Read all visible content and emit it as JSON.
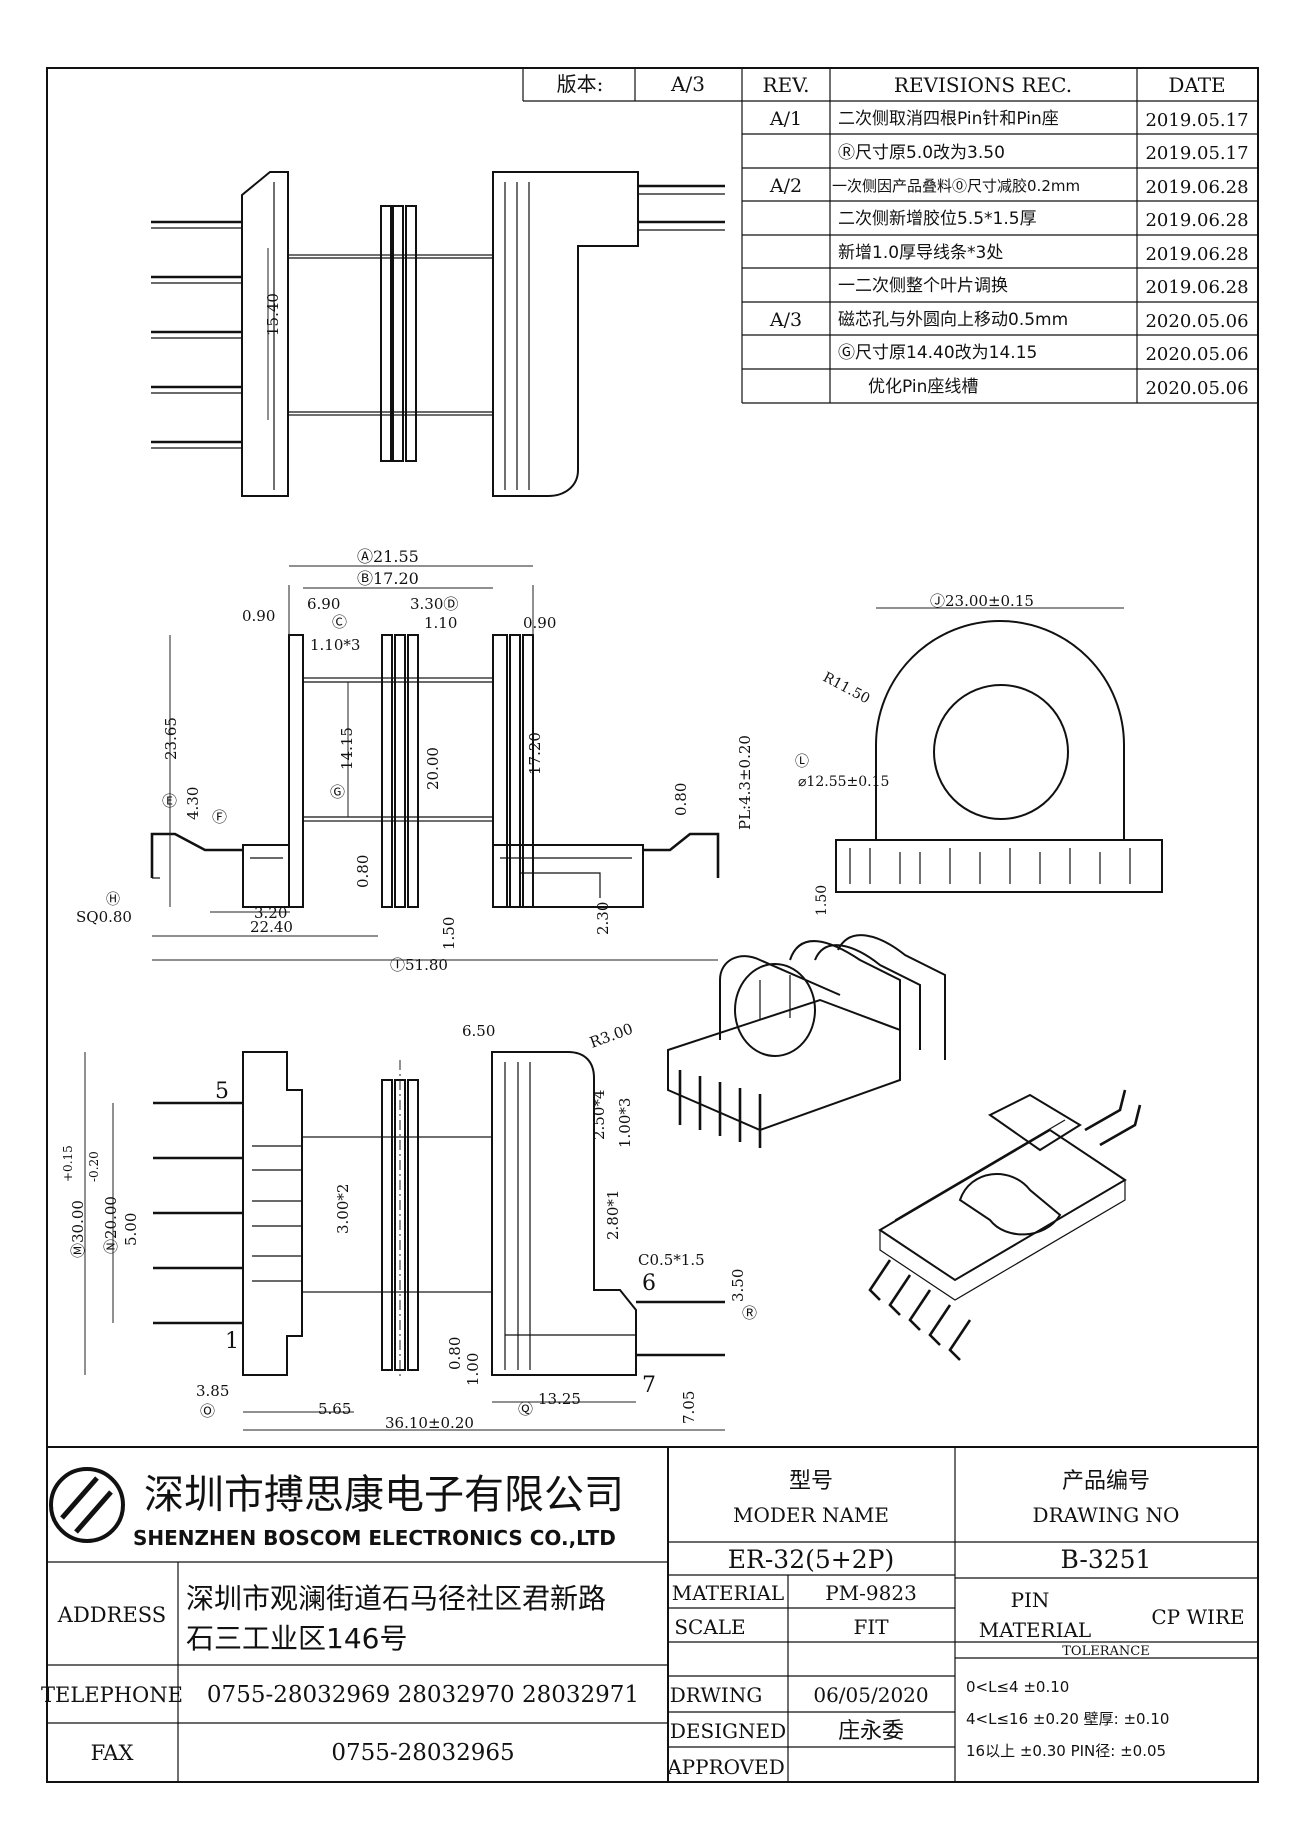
{
  "revision_table": {
    "version_label": "版本:",
    "version_value": "A/3",
    "headers": [
      "REV.",
      "REVISIONS REC.",
      "DATE"
    ],
    "rows": [
      {
        "rev": "A/1",
        "text": "二次侧取消四根Pin针和Pin座",
        "date": "2019.05.17"
      },
      {
        "rev": "",
        "text": "Ⓡ尺寸原5.0改为3.50",
        "date": "2019.05.17"
      },
      {
        "rev": "A/2",
        "text": "一次侧因产品叠料⓪尺寸减胶0.2mm",
        "date": "2019.06.28"
      },
      {
        "rev": "",
        "text": "二次侧新增胶位5.5*1.5厚",
        "date": "2019.06.28"
      },
      {
        "rev": "",
        "text": "新增1.0厚导线条*3处",
        "date": "2019.06.28"
      },
      {
        "rev": "",
        "text": "一二次侧整个叶片调换",
        "date": "2019.06.28"
      },
      {
        "rev": "A/3",
        "text": "磁芯孔与外圆向上移动0.5mm",
        "date": "2020.05.06"
      },
      {
        "rev": "",
        "text": "Ⓖ尺寸原14.40改为14.15",
        "date": "2020.05.06"
      },
      {
        "rev": "",
        "text": "优化Pin座线槽",
        "date": "2020.05.06"
      }
    ]
  },
  "dimensions": {
    "top_view": [
      "15.40"
    ],
    "front_view": [
      "Ⓐ",
      "21.55",
      "Ⓑ",
      "17.20",
      "0.90",
      "6.90",
      "Ⓒ",
      "3.30",
      "Ⓓ",
      "1.10",
      "0.90",
      "1.10*3",
      "Ⓔ",
      "23.65",
      "4.30",
      "Ⓕ",
      "Ⓖ",
      "14.15",
      "20.00",
      "17.20",
      "PL:4.3±0.20",
      "0.80",
      "0.80",
      "1.50",
      "2.30",
      "Ⓗ",
      "SQ0.80",
      "3.20",
      "22.40",
      "Ⓘ",
      "51.80"
    ],
    "side_view": [
      "Ⓙ",
      "23.00±0.15",
      "R11.50",
      "Ⓛ",
      "⌀12.55±0.15",
      "1.50"
    ],
    "bottom_view": [
      "6.50",
      "R3.00",
      "5",
      "1",
      "6",
      "7",
      "Ⓜ",
      "30.00",
      "+0.15",
      "-0.20",
      "Ⓝ",
      "20.00",
      "5.00",
      "3.00*2",
      "2.50*4",
      "1.00*3",
      "2.80*1",
      "C0.5*1.5",
      "3.50",
      "Ⓡ",
      "0.80",
      "1.00",
      "3.85",
      "Ⓞ",
      "5.65",
      "13.25",
      "Ⓠ",
      "7.05",
      "36.10±0.20"
    ]
  },
  "title_block": {
    "company_cn": "深圳市搏思康电子有限公司",
    "company_en": "SHENZHEN BOSCOM ELECTRONICS CO.,LTD",
    "model_label_cn": "型号",
    "model_label_en": "MODER NAME",
    "drawing_label_cn": "产品编号",
    "drawing_label_en": "DRAWING NO",
    "model_value": "ER-32(5+2P)",
    "drawing_value": "B-3251",
    "address_label": "ADDRESS",
    "address_line1": "深圳市观澜街道石马径社区君新路",
    "address_line2": "石三工业区146号",
    "telephone_label": "TELEPHONE",
    "telephone_value": "0755-28032969 28032970 28032971",
    "fax_label": "FAX",
    "fax_value": "0755-28032965",
    "material_label": "MATERIAL",
    "material_value": "PM-9823",
    "scale_label": "SCALE",
    "scale_value": "FIT",
    "drawing_label": "DRWING",
    "drawing_date": "06/05/2020",
    "designed_label": "DESIGNED",
    "designed_value": "庄永委",
    "approved_label": "APPROVED",
    "pin_material_label1": "PIN",
    "pin_material_label2": "MATERIAL",
    "pin_material_value": "CP WIRE",
    "tolerance_label": "TOLERANCE",
    "tolerance_lines": [
      "0<L≤4  ±0.10",
      "4<L≤16  ±0.20  壁厚:  ±0.10",
      "16以上    ±0.30  PIN径: ±0.05"
    ]
  }
}
